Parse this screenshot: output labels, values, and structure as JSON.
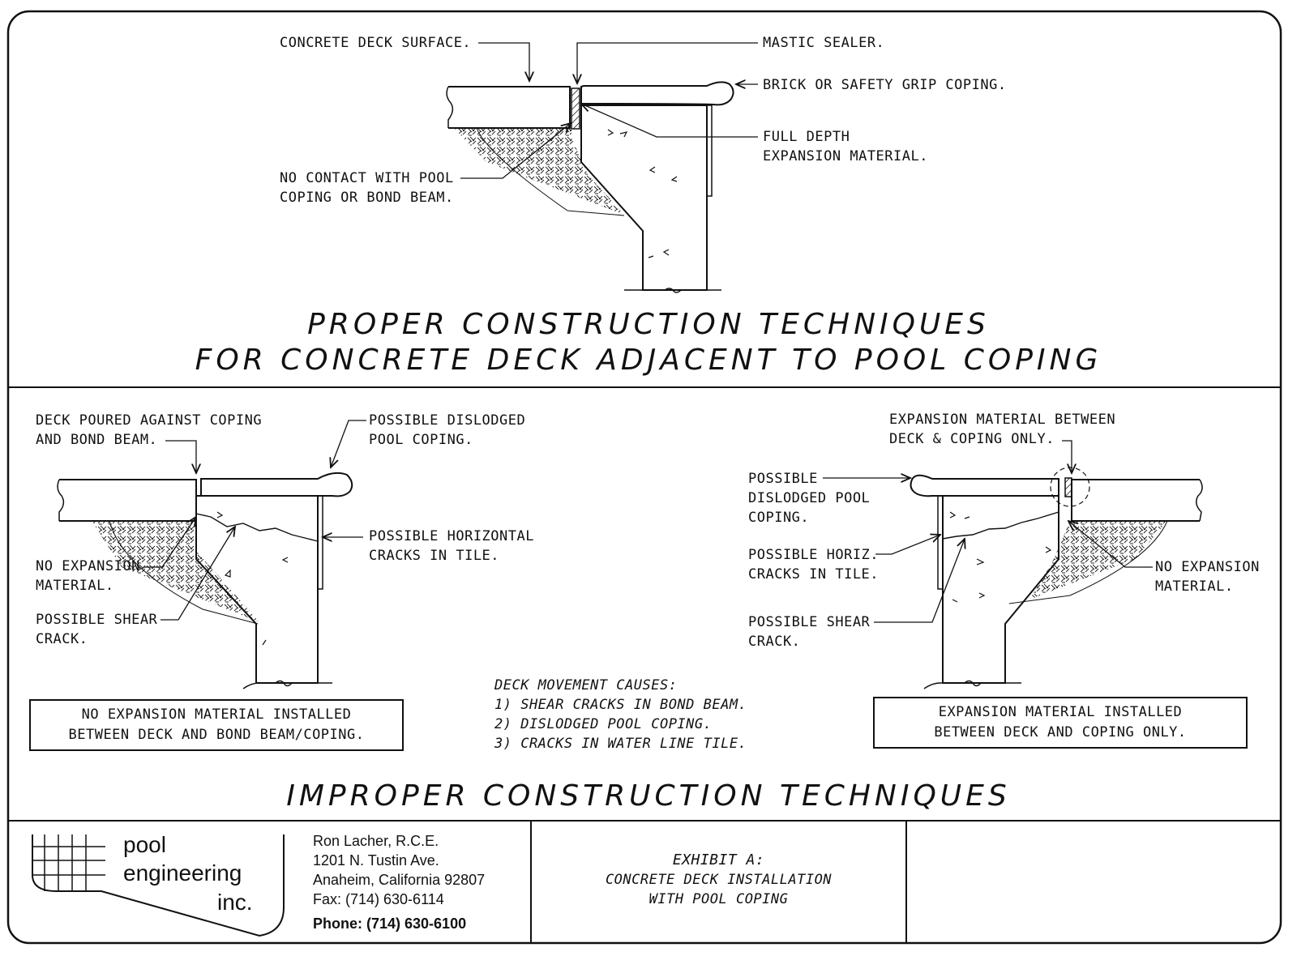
{
  "proper": {
    "labels": {
      "deck_surface": "CONCRETE DECK SURFACE.",
      "mastic": "MASTIC SEALER.",
      "brick": "BRICK OR SAFETY GRIP COPING.",
      "full_depth_1": "FULL DEPTH",
      "full_depth_2": "EXPANSION MATERIAL.",
      "no_contact_1": "NO CONTACT WITH POOL",
      "no_contact_2": "COPING OR BOND BEAM."
    },
    "title_line1": "PROPER CONSTRUCTION TECHNIQUES",
    "title_line2": "FOR CONCRETE DECK ADJACENT TO POOL COPING"
  },
  "improper_left": {
    "labels": {
      "poured_1": "DECK POURED AGAINST COPING",
      "poured_2": "AND BOND BEAM.",
      "dislodged_1": "POSSIBLE DISLODGED",
      "dislodged_2": "POOL COPING.",
      "horiz_1": "POSSIBLE HORIZONTAL",
      "horiz_2": "CRACKS IN TILE.",
      "noexp_1": "NO EXPANSION",
      "noexp_2": "MATERIAL.",
      "shear_1": "POSSIBLE SHEAR",
      "shear_2": "CRACK."
    },
    "box_line1": "NO EXPANSION MATERIAL INSTALLED",
    "box_line2": "BETWEEN DECK AND BOND BEAM/COPING."
  },
  "improper_right": {
    "labels": {
      "exp_between_1": "EXPANSION MATERIAL BETWEEN",
      "exp_between_2": "DECK & COPING ONLY.",
      "dislodged_1": "POSSIBLE",
      "dislodged_2": "DISLODGED POOL",
      "dislodged_3": "COPING.",
      "horiz_1": "POSSIBLE HORIZ.",
      "horiz_2": "CRACKS IN TILE.",
      "shear_1": "POSSIBLE SHEAR",
      "shear_2": "CRACK.",
      "noexp_1": "NO EXPANSION",
      "noexp_2": "MATERIAL."
    },
    "box_line1": "EXPANSION MATERIAL INSTALLED",
    "box_line2": "BETWEEN DECK AND COPING ONLY."
  },
  "causes": {
    "heading": "DECK MOVEMENT CAUSES:",
    "items": [
      "1) SHEAR CRACKS IN BOND BEAM.",
      "2) DISLODGED POOL COPING.",
      "3) CRACKS IN WATER LINE TILE."
    ]
  },
  "improper_title": "IMPROPER CONSTRUCTION TECHNIQUES",
  "title_block": {
    "logo_line1": "pool",
    "logo_line2": "engineering",
    "logo_line3": "inc.",
    "address": [
      "Ron Lacher, R.C.E.",
      "1201 N. Tustin Ave.",
      "Anaheim, California 92807",
      "Fax: (714) 630-6114"
    ],
    "phone": "Phone: (714) 630-6100",
    "exhibit_line1": "EXHIBIT A:",
    "exhibit_line2": "CONCRETE DECK INSTALLATION",
    "exhibit_line3": "WITH POOL COPING"
  }
}
